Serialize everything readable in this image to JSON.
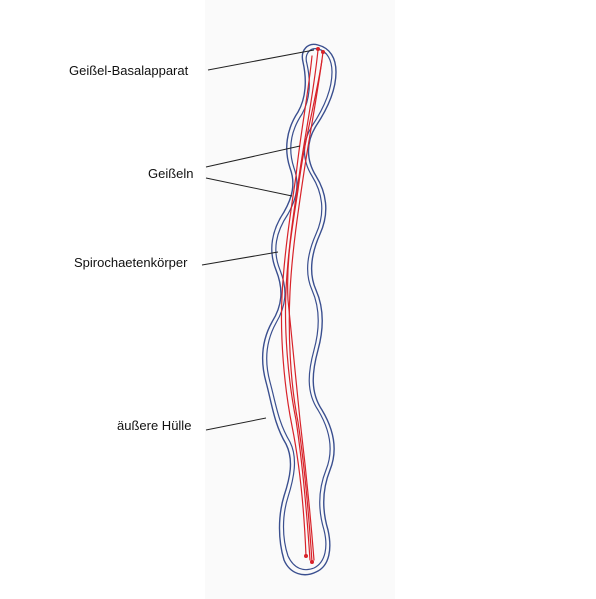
{
  "labels": {
    "basal_apparatus": "Geißel-Basalapparat",
    "flagella": "Geißeln",
    "body": "Spirochaetenkörper",
    "outer_sheath": "äußere Hülle"
  },
  "colors": {
    "outline": "#3a4f8f",
    "flagella": "#d8232a",
    "leader": "#222222",
    "paper": "#fafafa",
    "background": "#ffffff"
  }
}
